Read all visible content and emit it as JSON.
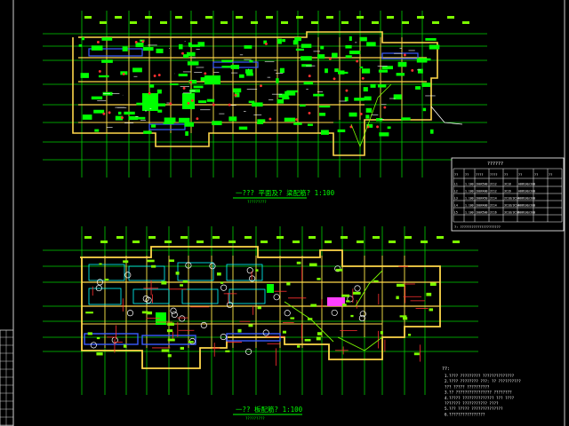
{
  "drawing": {
    "plan_top": {
      "title": "一??? 平面及? 梁配筋? 1:100",
      "subtitle": "?????????"
    },
    "plan_bottom": {
      "title": "一?? 板配筋? 1:100",
      "subtitle": "?????????"
    }
  },
  "schedule": {
    "title": "??????",
    "header": [
      "??",
      "??",
      "????",
      "????",
      "??",
      "??",
      "??",
      "??"
    ],
    "rows": [
      [
        "L1",
        "1.100",
        "200X500",
        "2C12",
        "3C18",
        "A8@100/200",
        "",
        ""
      ],
      [
        "L2",
        "1.100",
        "200X400",
        "2C12",
        "3C16",
        "A8@100/200",
        "",
        ""
      ],
      [
        "L3",
        "1.100",
        "200X450",
        "2C14",
        "2C18/3C14",
        "A8@100/200",
        "",
        ""
      ],
      [
        "L4",
        "1.100",
        "200X400",
        "2C14",
        "3C18/3C14",
        "A8@100/200",
        "",
        ""
      ],
      [
        "L5",
        "1.100",
        "200X500",
        "2C16",
        "3C18/3C16",
        "A8@100/200",
        "",
        ""
      ]
    ],
    "footnote": "?: ?????????????????????"
  },
  "notes": {
    "heading": "??:",
    "lines": [
      "1.???? ????????? ??????????????",
      "2.???? ???????? ???: ?? ??????????",
      "  ??? ????? ??????????",
      "3.?? ???????????????? ????????",
      "4.????? ?????????????? ??? ????",
      "  ??????? ??????????? ????",
      "5.??? ????? ??????????????",
      "6.????????????????"
    ]
  },
  "colors": {
    "background": "#000000",
    "wall": "#ffd84a",
    "column": "#00ff00",
    "axis": "#00d000",
    "dimension": "#7cfc00",
    "rebar": "#ff3030",
    "room": "#00ffff",
    "frame": "#d0d0d0",
    "blue": "#3a5cff",
    "white": "#ffffff"
  }
}
